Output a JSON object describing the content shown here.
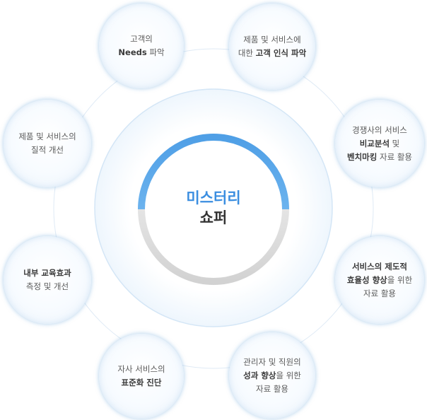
{
  "center": {
    "line1": "미스터리",
    "line2": "쇼퍼"
  },
  "nodes": [
    {
      "line1": "고객의",
      "line2_bold": "Needs",
      "line2_rest": " 파악"
    },
    {
      "line1": "제품 및 서비스에",
      "line2_pre": "대한 ",
      "line2_bold": "고객 인식 파악"
    },
    {
      "line1": "경쟁사의 서비스",
      "line2_bold": "비교분석",
      "line2_rest": " 및",
      "line3_bold": "벤치마킹",
      "line3_rest": " 자료 활용"
    },
    {
      "line1_bold": "서비스의 제도적",
      "line2_bold": "효율성 향상",
      "line2_rest": "을 위한",
      "line3": "자료 활용"
    },
    {
      "line1": "관리자 및 직원의",
      "line2_bold": "성과 향상",
      "line2_rest": "을 위한",
      "line3": "자료 활용"
    },
    {
      "line1": "자사 서비스의",
      "line2_bold": "표준화 진단"
    },
    {
      "line1_bold": "내부 교육효과",
      "line2": "측정 및 개선"
    },
    {
      "line1": "제품 및 서비스의",
      "line2": "질적 개선"
    }
  ],
  "colors": {
    "accent": "#3b8ee0",
    "arc_blue": "#5aa6e6",
    "arc_gray": "#dcdcdc",
    "ring": "#d6e8f7"
  }
}
